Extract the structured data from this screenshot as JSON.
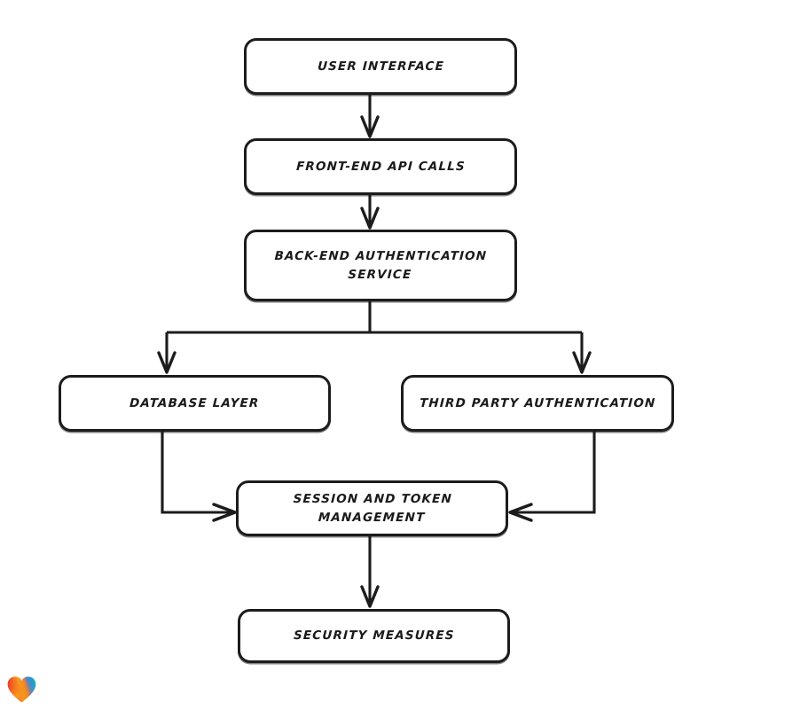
{
  "diagram": {
    "type": "flowchart",
    "orientation": "top-down",
    "background_color": "#ffffff",
    "stroke_color": "#1c1c1c",
    "text_color": "#1a1a1a",
    "nodes": [
      {
        "id": "user-interface",
        "label": "User Interface"
      },
      {
        "id": "frontend-api",
        "label": "Front-end API Calls"
      },
      {
        "id": "backend-auth",
        "label": "Back-end Authentication\nService"
      },
      {
        "id": "database-layer",
        "label": "Database Layer"
      },
      {
        "id": "third-party-auth",
        "label": "Third Party Authentication"
      },
      {
        "id": "session-token",
        "label": "Session and Token\nManagement"
      },
      {
        "id": "security-measures",
        "label": "Security Measures"
      }
    ],
    "edges": [
      {
        "from": "user-interface",
        "to": "frontend-api",
        "style": "straight-down"
      },
      {
        "from": "frontend-api",
        "to": "backend-auth",
        "style": "straight-down"
      },
      {
        "from": "backend-auth",
        "to": "database-layer",
        "style": "split-left"
      },
      {
        "from": "backend-auth",
        "to": "third-party-auth",
        "style": "split-right"
      },
      {
        "from": "database-layer",
        "to": "session-token",
        "style": "elbow-into-left"
      },
      {
        "from": "third-party-auth",
        "to": "session-token",
        "style": "elbow-into-right"
      },
      {
        "from": "session-token",
        "to": "security-measures",
        "style": "straight-down"
      }
    ]
  },
  "logo": {
    "name": "heart-logo",
    "colors": [
      "#e8202a",
      "#f58220",
      "#f9a01b",
      "#2f8fd8",
      "#1d9cd3",
      "#28b6a6"
    ]
  }
}
